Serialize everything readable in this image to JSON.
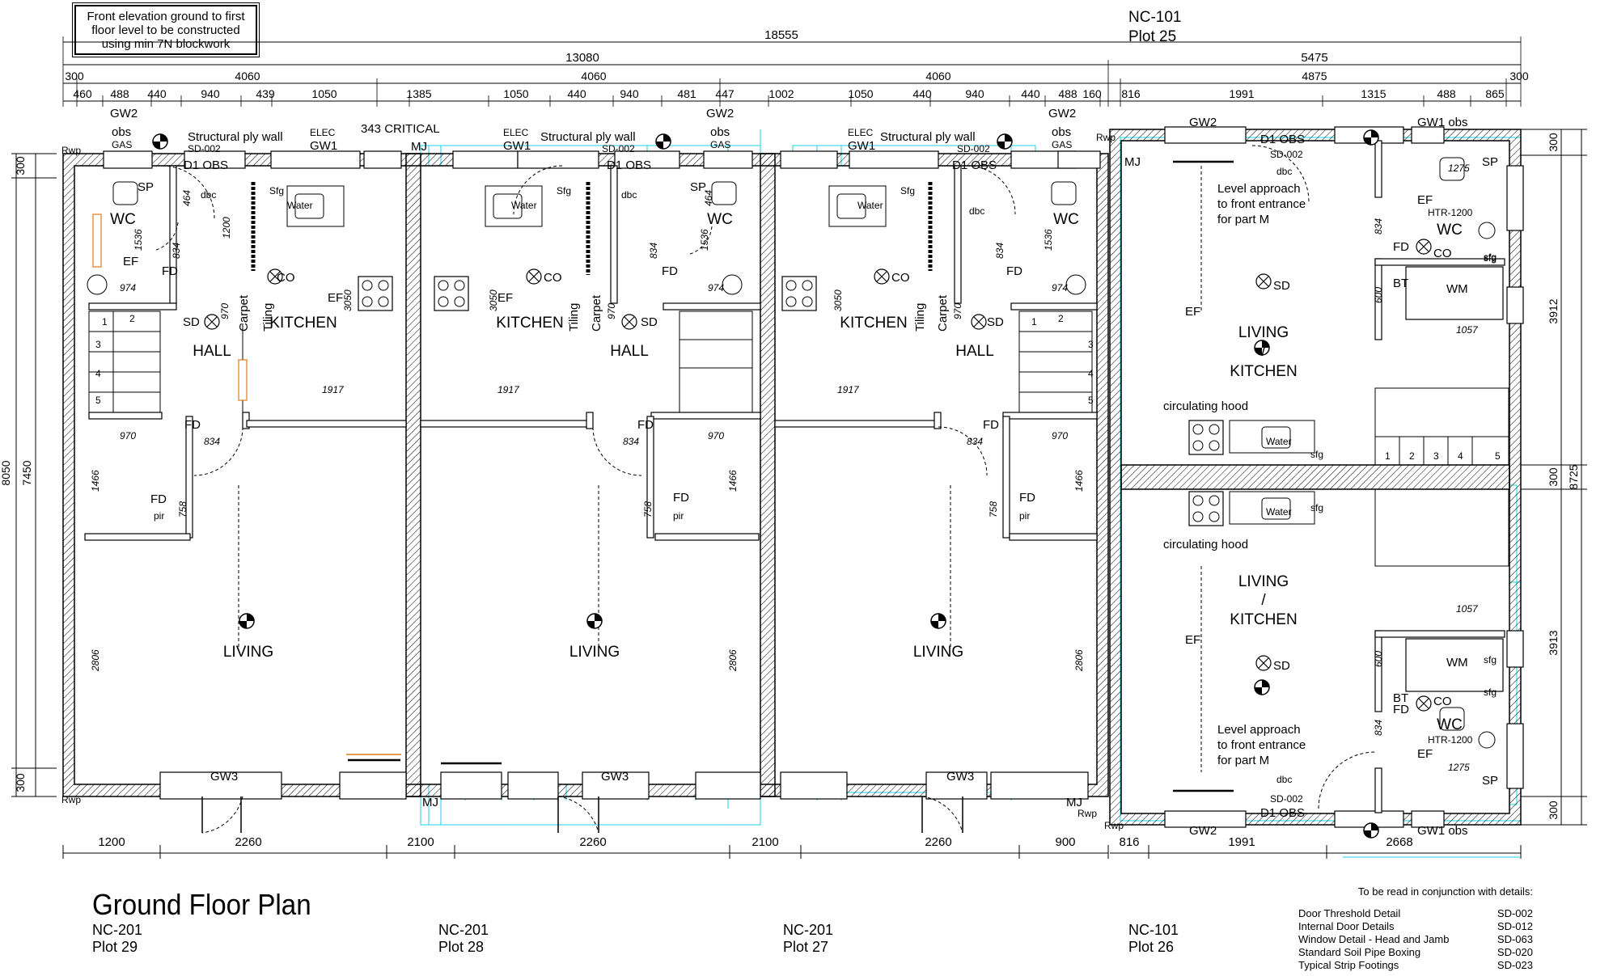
{
  "note": "Front elevation ground to first floor level to be constructed using min 7N blockwork",
  "top_labels": {
    "block_ref": "NC-101",
    "block_plot": "Plot 25"
  },
  "title": "Ground Floor Plan",
  "plots": [
    {
      "type": "NC-201",
      "plot": "Plot 29"
    },
    {
      "type": "NC-201",
      "plot": "Plot 28"
    },
    {
      "type": "NC-201",
      "plot": "Plot 27"
    },
    {
      "type": "NC-101",
      "plot": "Plot 26"
    }
  ],
  "details": {
    "header": "To be read in conjunction with details:",
    "rows": [
      {
        "name": "Door Threshold Detail",
        "code": "SD-002"
      },
      {
        "name": "Internal Door Details",
        "code": "SD-012"
      },
      {
        "name": "Window  Detail - Head and Jamb",
        "code": "SD-063"
      },
      {
        "name": "Standard Soil Pipe Boxing",
        "code": "SD-020"
      },
      {
        "name": "Typical Strip Footings",
        "code": "SD-023"
      }
    ]
  },
  "dims_top": {
    "overall": "18555",
    "left_block": "13080",
    "right_block": "5475",
    "row3": [
      "300",
      "4060",
      "4060",
      "4060",
      "4875",
      "300"
    ],
    "row4": [
      "460",
      "488",
      "440",
      "940",
      "439",
      "1050",
      "1385",
      "1050",
      "440",
      "940",
      "481",
      "447",
      "1002",
      "1050",
      "440",
      "940",
      "440",
      "488",
      "160",
      "816",
      "1991",
      "1315",
      "488",
      "865"
    ]
  },
  "dims_bottom": [
    "1200",
    "2260",
    "2100",
    "2260",
    "2100",
    "2260",
    "900",
    "816",
    "1991",
    "2668"
  ],
  "dims_left": [
    "300",
    "8050",
    "7450",
    "300"
  ],
  "dims_right": [
    "300",
    "3912",
    "300",
    "8725",
    "3913",
    "300"
  ],
  "room_labels": {
    "living": "LIVING",
    "kitchen": "KITCHEN",
    "hall": "HALL",
    "wc": "WC",
    "living_kitchen": [
      "LIVING",
      "/",
      "KITCHEN"
    ],
    "hood": "circulating hood",
    "level_approach": [
      "Level approach",
      "to front entrance",
      "for part M"
    ],
    "structural": "Structural ply wall",
    "critical": "343 CRITICAL"
  },
  "fixture_labels": {
    "gw1": "GW1",
    "gw2": "GW2",
    "gw3": "GW3",
    "gw1obs": "GW1 obs",
    "d1obs": "D1 OBS",
    "sd002": "SD-002",
    "obs": "obs",
    "gas": "GAS",
    "elec": "ELEC",
    "rwp": "Rwp",
    "mj": "MJ",
    "sp": "SP",
    "dbc": "dbc",
    "fd": "FD",
    "sd": "SD",
    "co": "CO",
    "ef": "EF",
    "bt": "BT",
    "wm": "WM",
    "water": "Water",
    "sfg": "Sfg",
    "sfg_lc": "sfg",
    "pir": "pir",
    "htr": "HTR-1200",
    "carpet": "Carpet",
    "tiling": "Tiling"
  },
  "small_dims": {
    "d1917": "1917",
    "d970": "970",
    "d834": "834",
    "d974": "974",
    "d1466": "1466",
    "d2806": "2806",
    "d3050": "3050",
    "d1536": "1536",
    "d1200": "1200",
    "d464": "464",
    "d758": "758",
    "d1057": "1057",
    "d600": "600",
    "d1275": "1275"
  },
  "stair_numbers": [
    "1",
    "2",
    "3",
    "4",
    "5"
  ],
  "colors": {
    "line": "#000000",
    "overlay": "#00cfe8",
    "ref": "#1a1aff",
    "orange": "#e07a1a"
  }
}
